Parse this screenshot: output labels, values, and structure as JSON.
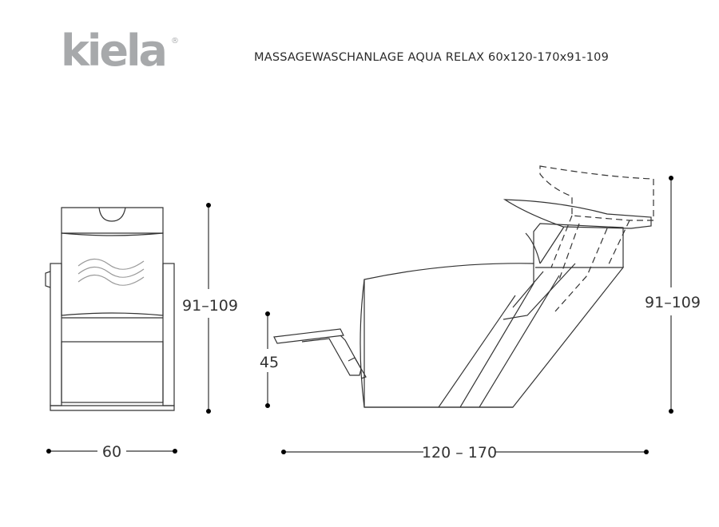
{
  "brand": {
    "logo_text": "kiela",
    "registered_mark": "®",
    "logo_color": "#a7a9ab"
  },
  "header": {
    "title": "MASSAGEWASCHANLAGE  AQUA RELAX  60x120-170x91-109"
  },
  "dimensions": {
    "front_width": "60",
    "front_height": "91–109",
    "side_length": "120 – 170",
    "footrest_height": "45",
    "side_height": "91–109"
  },
  "colors": {
    "line": "#333333",
    "background": "#ffffff"
  }
}
